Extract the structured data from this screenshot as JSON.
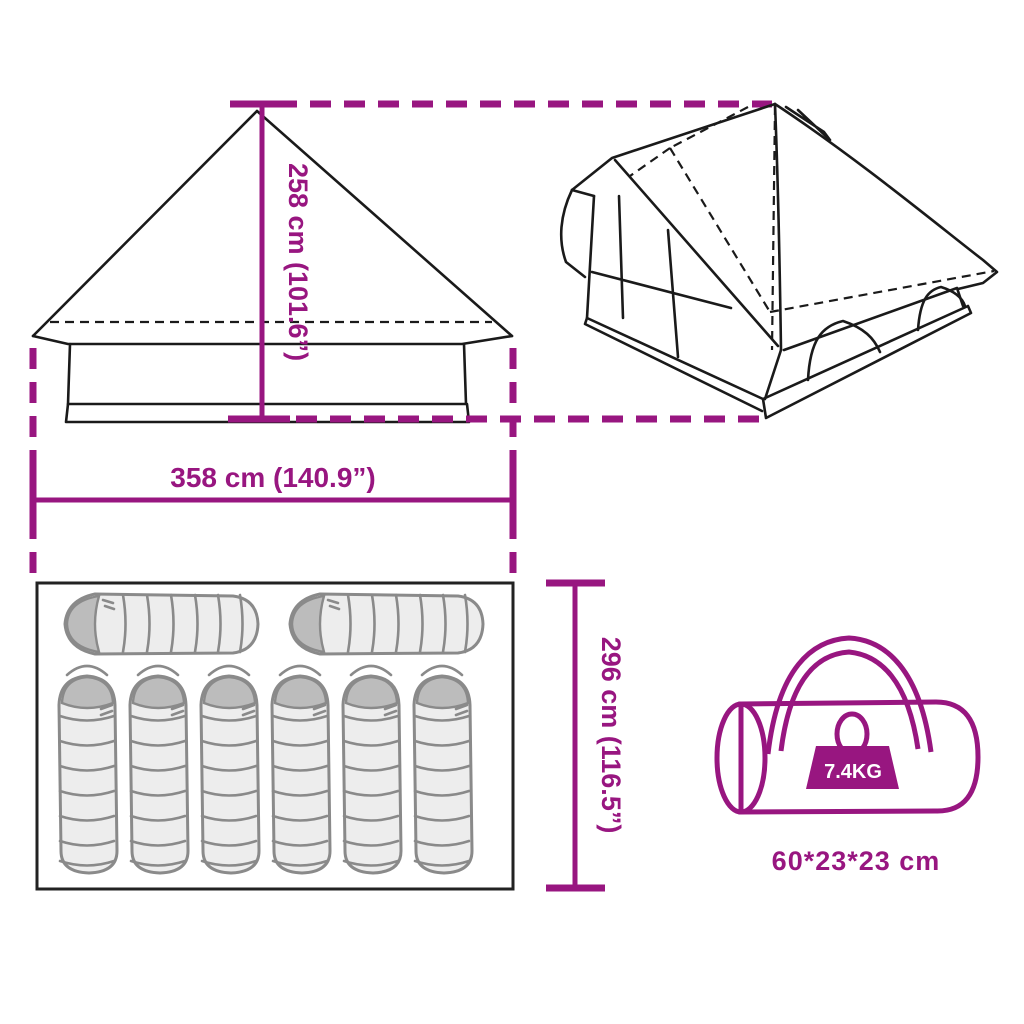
{
  "colors": {
    "accent": "#981680",
    "line_black": "#1a1a1a",
    "bag_body": "#ededed",
    "bag_hood": "#bcbcbc"
  },
  "front_view": {
    "height_label": "258 cm (101.6”)",
    "width_label": "358 cm (140.9”)"
  },
  "floor_plan": {
    "depth_label": "296 cm (116.5”)",
    "horizontal_bag_count": 2,
    "vertical_bag_count": 6
  },
  "carry_bag": {
    "weight_label": "7.4KG",
    "dimensions_label": "60*23*23 cm",
    "weight_icon": "weight-block-icon"
  }
}
